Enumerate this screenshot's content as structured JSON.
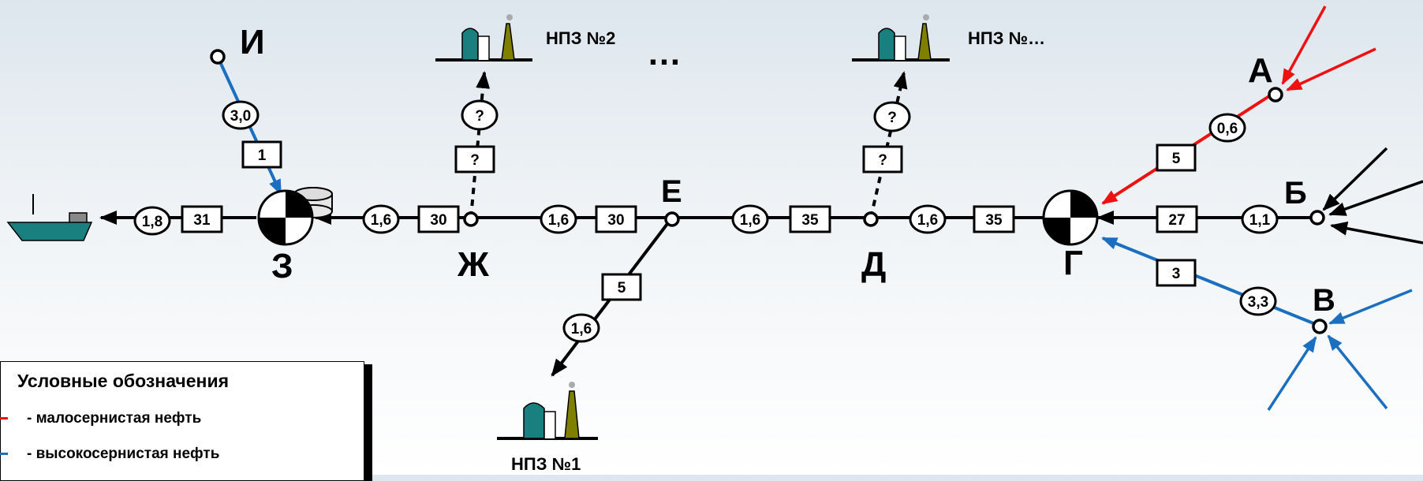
{
  "nodes": {
    "i": "И",
    "a": "А",
    "b": "Б",
    "v": "В",
    "g": "Г",
    "d": "Д",
    "e": "Е",
    "zh": "Ж",
    "z": "З"
  },
  "refineries": {
    "npz1": "НПЗ №1",
    "npz2": "НПЗ №2",
    "npz_more": "НПЗ №…"
  },
  "ellipsis": "…",
  "question": "?",
  "edges": {
    "i_z": {
      "oval": "3,0",
      "box": "1"
    },
    "a_g": {
      "oval": "0,6",
      "box": "5"
    },
    "b_g": {
      "oval": "1,1",
      "box": "27"
    },
    "v_g": {
      "oval": "3,3",
      "box": "3"
    },
    "g_d": {
      "oval": "1,6",
      "box": "35"
    },
    "d_e": {
      "oval": "1,6",
      "box": "35"
    },
    "e_zh": {
      "oval": "1,6",
      "box": "30"
    },
    "zh_z": {
      "oval": "1,6",
      "box": "30"
    },
    "z_ship": {
      "oval": "1,8",
      "box": "31"
    },
    "e_npz1": {
      "oval": "1,6",
      "box": "5"
    }
  },
  "legend": {
    "title": "Условные обозначения",
    "low_sulfur": "- малосернистая нефть",
    "high_sulfur": "- высокосернистая нефть"
  },
  "colors": {
    "low_sulfur": "#ee1111",
    "high_sulfur": "#1a6fc0",
    "pipeline": "#000000",
    "tank_teal": "#1a7f7f",
    "tower_olive": "#808000"
  }
}
